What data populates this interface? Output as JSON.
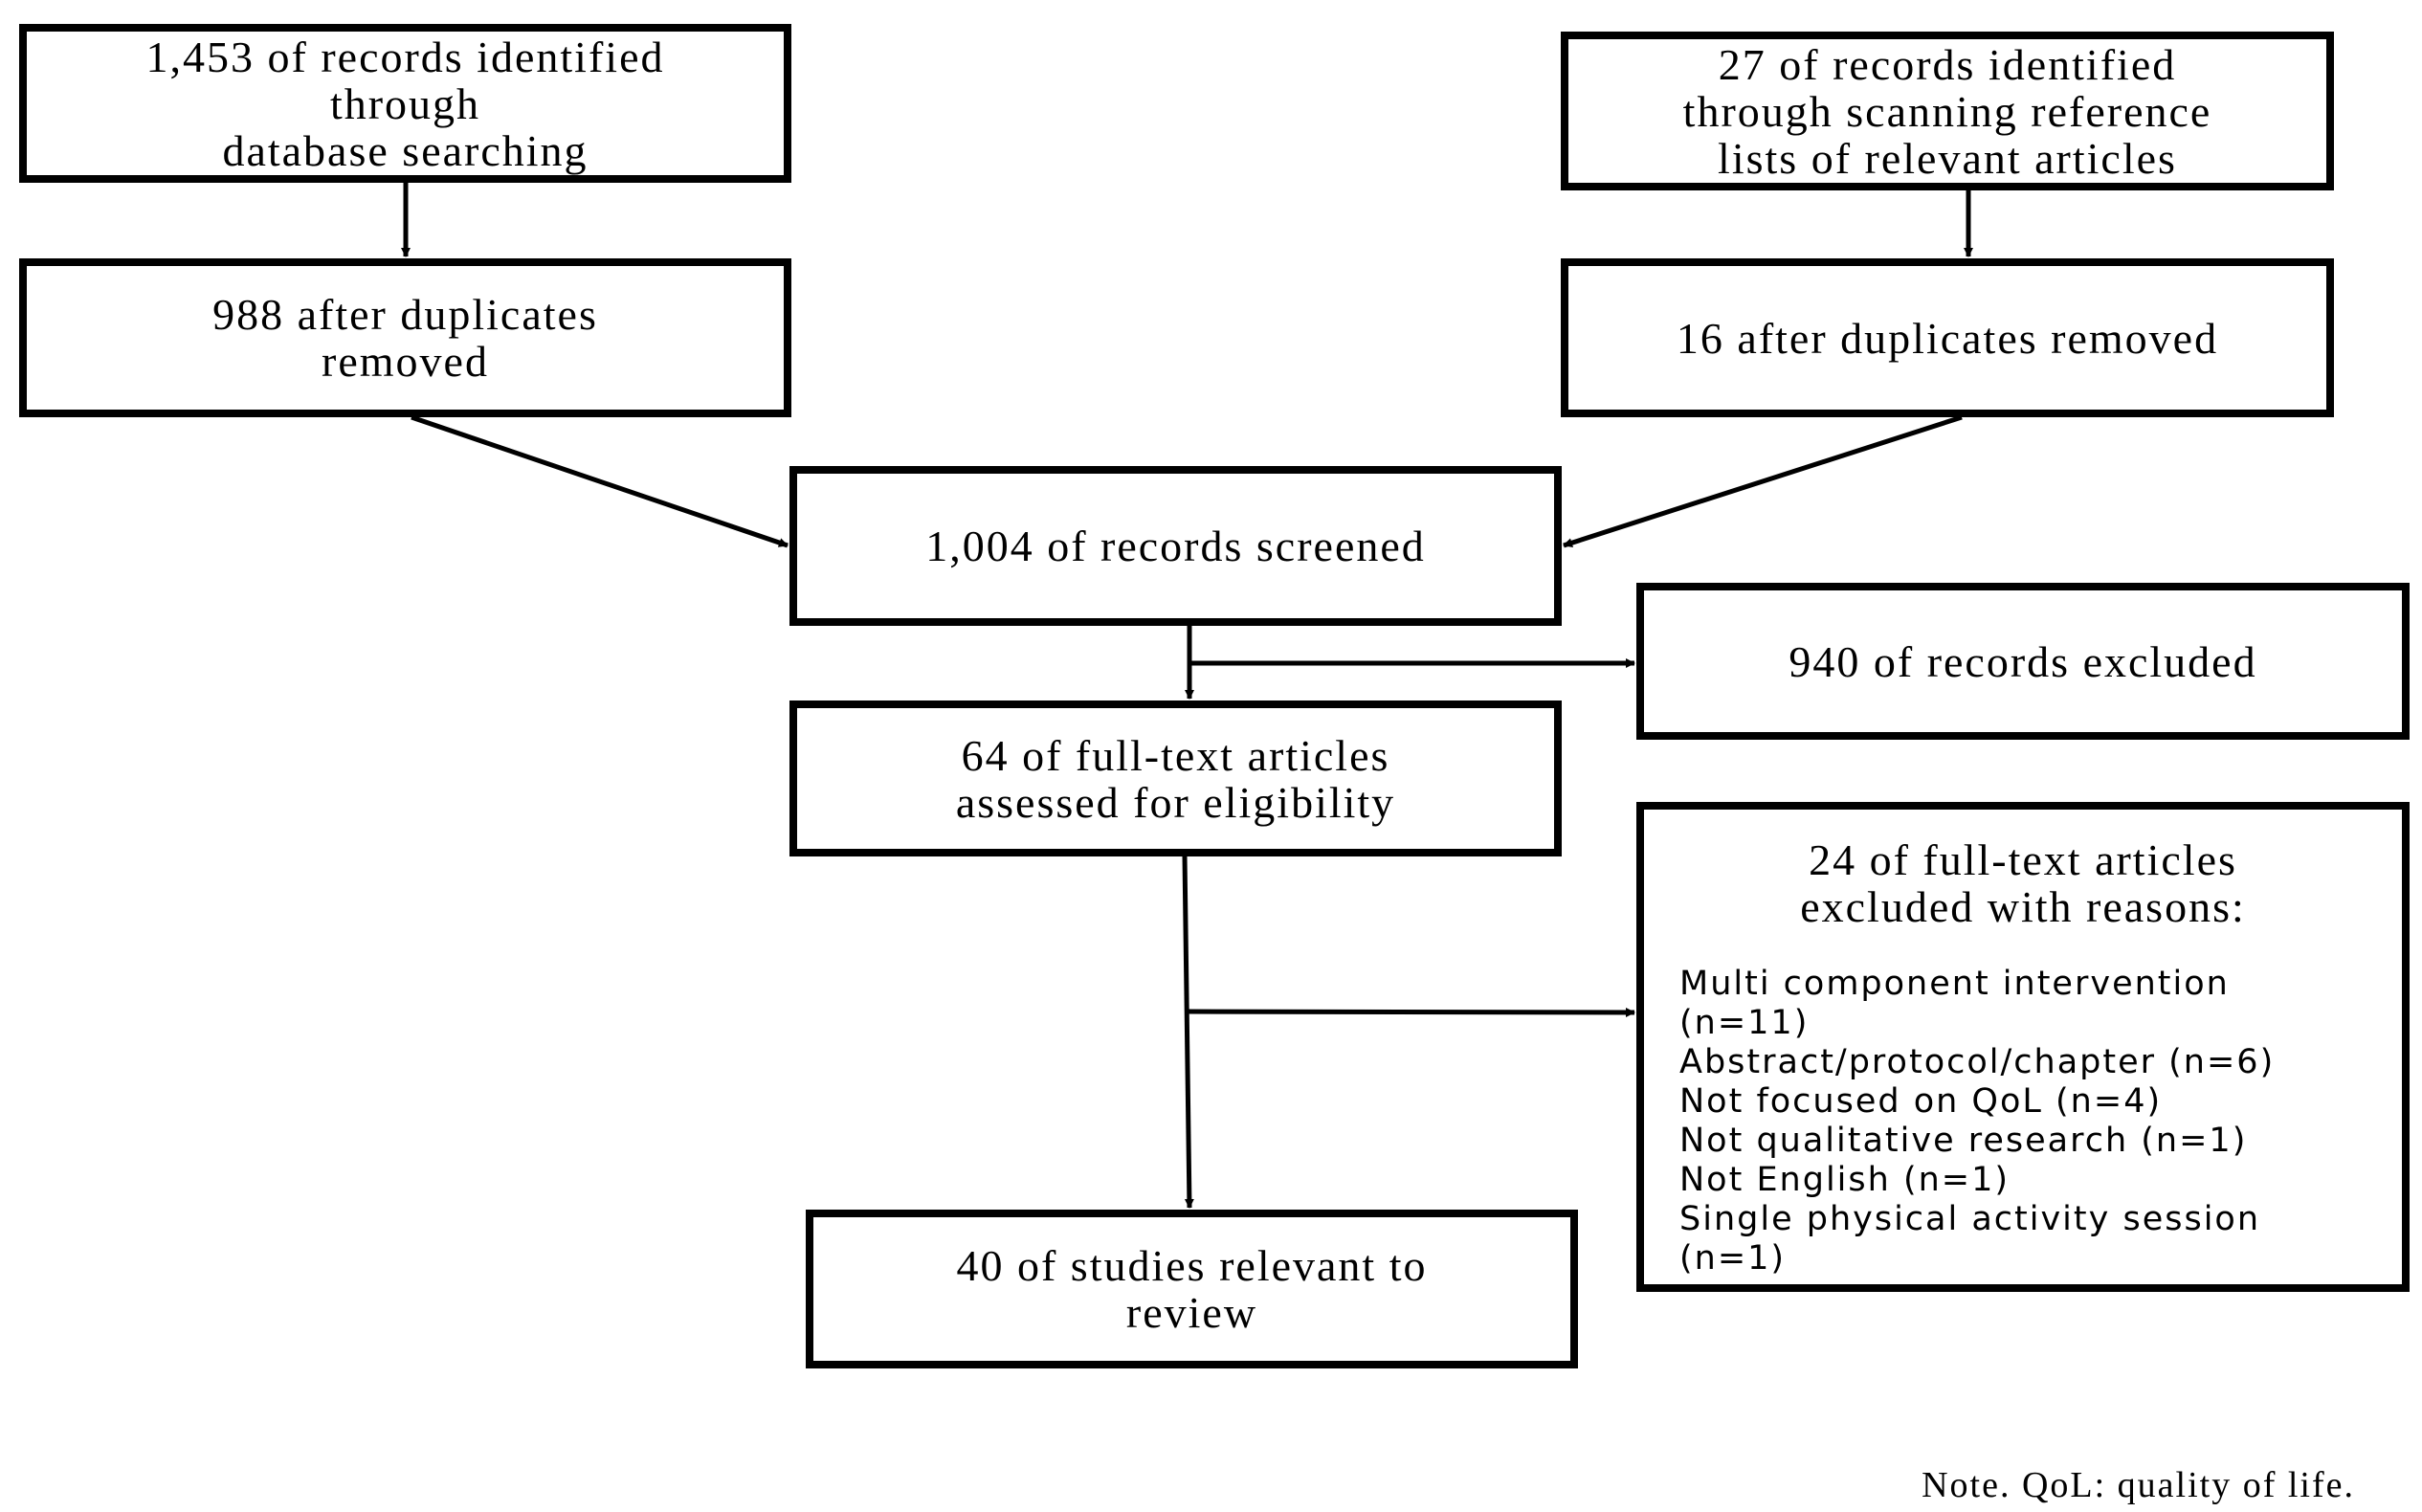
{
  "boxes": {
    "db_records": "1,453 of records identified\nthrough\ndatabase searching",
    "ref_records": "27 of records identified\nthrough scanning reference\nlists of relevant articles",
    "db_dedup": "988 after duplicates\nremoved",
    "ref_dedup": "16 after duplicates removed",
    "screened": "1,004 of records screened",
    "excluded_records": "940 of records excluded",
    "fulltext_assessed": "64 of full-text articles\nassessed  for eligibility",
    "fulltext_excluded_title": "24 of full-text articles\nexcluded  with reasons:",
    "included": "40 of studies relevant to\nreview"
  },
  "exclusion_reasons": [
    "Multi component intervention",
    "(n=11)",
    "Abstract/protocol/chapter  (n=6)",
    "Not focused on QoL (n=4)",
    "Not qualitative research  (n=1)",
    "Not English (n=1)",
    "Single physical activity session",
    "(n=1)"
  ],
  "note": "Note. QoL: quality of life."
}
